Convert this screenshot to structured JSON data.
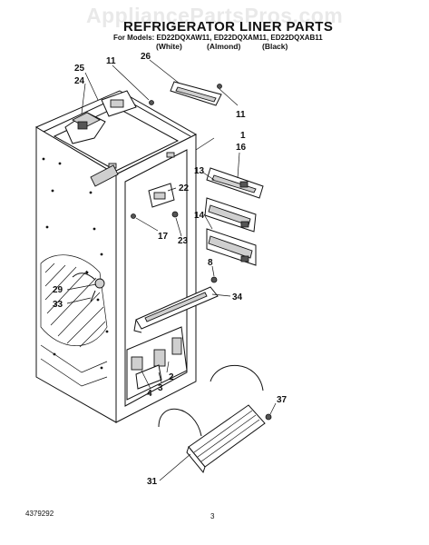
{
  "watermark": "AppliancePartsPros.com",
  "title": "REFRIGERATOR LINER PARTS",
  "models_line": "For Models: ED22DQXAW11, ED22DQXAM11, ED22DQXAB11",
  "colors": [
    "(White)",
    "(Almond)",
    "(Black)"
  ],
  "callouts": {
    "c25": "25",
    "c24": "24",
    "c11a": "11",
    "c26": "26",
    "c11b": "11",
    "c1": "1",
    "c16": "16",
    "c13": "13",
    "c22": "22",
    "c14": "14",
    "c17": "17",
    "c23": "23",
    "c8": "8",
    "c34": "34",
    "c29": "29",
    "c33": "33",
    "c3": "3",
    "c4": "4",
    "c2": "2",
    "c37": "37",
    "c31": "31"
  },
  "footer": {
    "doc_number": "4379292",
    "page_number": "3"
  }
}
